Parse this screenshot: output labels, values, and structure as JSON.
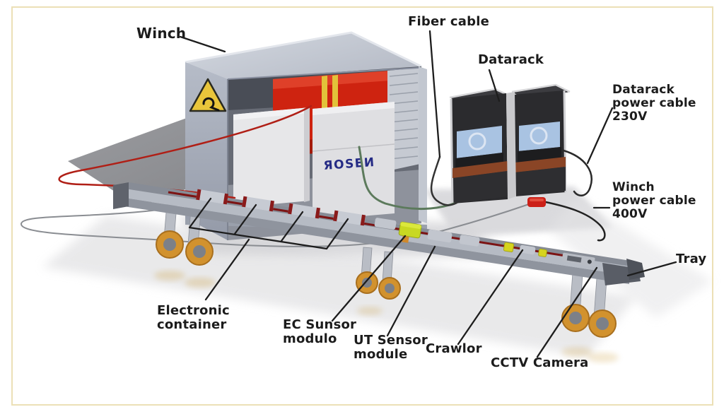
{
  "scene": {
    "description": "3D illustration of a tethered pipeline crawler inspection system",
    "logo_text": "ЯOSEИ",
    "labels": {
      "winch": "Winch",
      "fiber_cable": "Fiber cable",
      "datarack": "Datarack",
      "datarack_power_cable": "Datarack\npower cable\n230V",
      "winch_power_cable": "Winch\npower cable\n400V",
      "tray": "Tray",
      "electronic_container": "Electronic\ncontainer",
      "ec_sensor_module": "EC Sunsor\nmodulo",
      "ut_sensor_module": "UT Sensor\nmodule",
      "crawler": "Crawlor",
      "cctv_camera": "CCTV Camera"
    },
    "colors": {
      "frame_border": "#ece0b6",
      "label_text": "#1c1c1c",
      "container_gray": "#b9bec9",
      "winch_drum_red": "#ce2310",
      "warning_yellow": "#e9c53b",
      "rack_black": "#2b2b2e",
      "screen_blue": "#a9c3e2",
      "shelf_brown": "#8a4526",
      "wheel_orange": "#d2922e",
      "ec_module_green": "#c8d822",
      "cable_red": "#b01f16",
      "power_connector_red": "#cc2018",
      "logo_navy": "#252b85"
    }
  }
}
